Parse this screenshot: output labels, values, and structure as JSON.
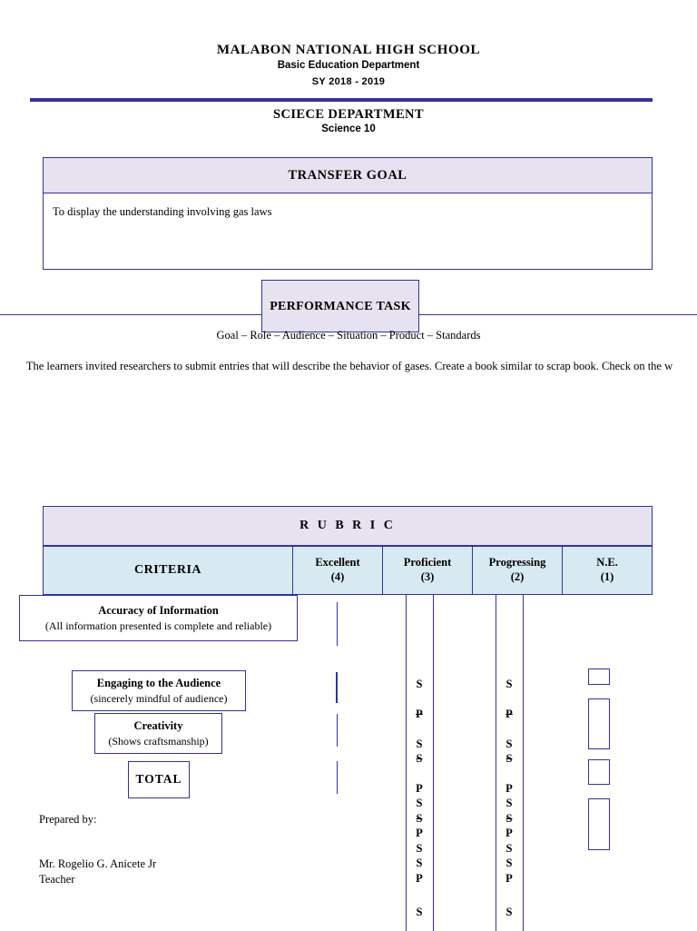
{
  "header": {
    "school": "MALABON NATIONAL HIGH SCHOOL",
    "department_line": "Basic Education Department",
    "school_year": "SY 2018 - 2019",
    "science_department": "SCIECE DEPARTMENT",
    "subject": "Science 10"
  },
  "transfer_goal": {
    "title": "TRANSFER GOAL",
    "body": "To display the understanding involving gas laws"
  },
  "performance_task": {
    "title": "PERFORMANCE TASK",
    "grasps": "Goal – Role – Audience – Situation – Product – Standards",
    "paragraph": "The learners invited researchers to submit entries that will describe the behavior of gases. Create a book similar to scrap book. Check on the w"
  },
  "rubric": {
    "title": "R U B R I C",
    "columns": [
      {
        "label": "CRITERIA",
        "score": ""
      },
      {
        "label": "Excellent",
        "score": "(4)"
      },
      {
        "label": "Proficient",
        "score": "(3)"
      },
      {
        "label": "Progressing",
        "score": "(2)"
      },
      {
        "label": "N.E.",
        "score": "(1)"
      }
    ],
    "criteria": [
      {
        "title": "Accuracy of Information",
        "detail": "(All information presented is complete and reliable)"
      },
      {
        "title": "Engaging to the Audience",
        "detail": "(sincerely mindful of audience)"
      },
      {
        "title": "Creativity",
        "detail": "(Shows craftsmanship)"
      },
      {
        "title": "TOTAL",
        "detail": ""
      }
    ],
    "stray_marks": [
      "S",
      "P",
      "S",
      "S",
      "P",
      "S",
      "S",
      "P",
      "S",
      "S",
      "P",
      "S"
    ]
  },
  "footer": {
    "prepared_by": "Prepared by:",
    "name": "Mr. Rogelio G. Anicete Jr",
    "role": "Teacher"
  },
  "colors": {
    "rule": "#333399",
    "header_fill": "#e6e2f0",
    "column_fill": "#d7eaf2"
  }
}
